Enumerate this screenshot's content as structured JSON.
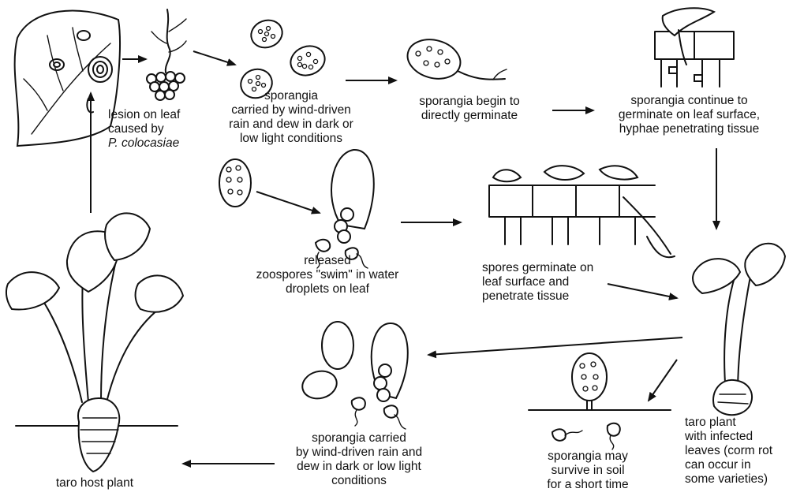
{
  "labels": {
    "lesion": [
      "lesion on leaf",
      "caused by"
    ],
    "lesion_species": "P. colocasiae",
    "carried": [
      "sporangia",
      "carried by wind-driven",
      "rain and dew in dark or",
      "low light conditions"
    ],
    "germinate": [
      "sporangia begin to",
      "directly germinate"
    ],
    "continue": [
      "sporangia continue to",
      "germinate on leaf surface,",
      "hyphae penetrating tissue"
    ],
    "zoospores": [
      "released",
      "zoospores \"swim\" in water",
      "droplets on leaf"
    ],
    "spores": [
      "spores germinate on",
      "leaf surface and",
      "penetrate tissue"
    ],
    "infected": [
      "taro plant",
      "with infected",
      "leaves (corm rot",
      "can occur in",
      "some varieties)"
    ],
    "soil": [
      "sporangia may",
      "survive in soil",
      "for a short time"
    ],
    "carried2": [
      "sporangia carried",
      "by wind-driven rain and",
      "dew in dark or low light",
      "conditions"
    ],
    "host": [
      "taro host plant"
    ]
  },
  "colors": {
    "ink": "#111111",
    "background": "#ffffff"
  }
}
